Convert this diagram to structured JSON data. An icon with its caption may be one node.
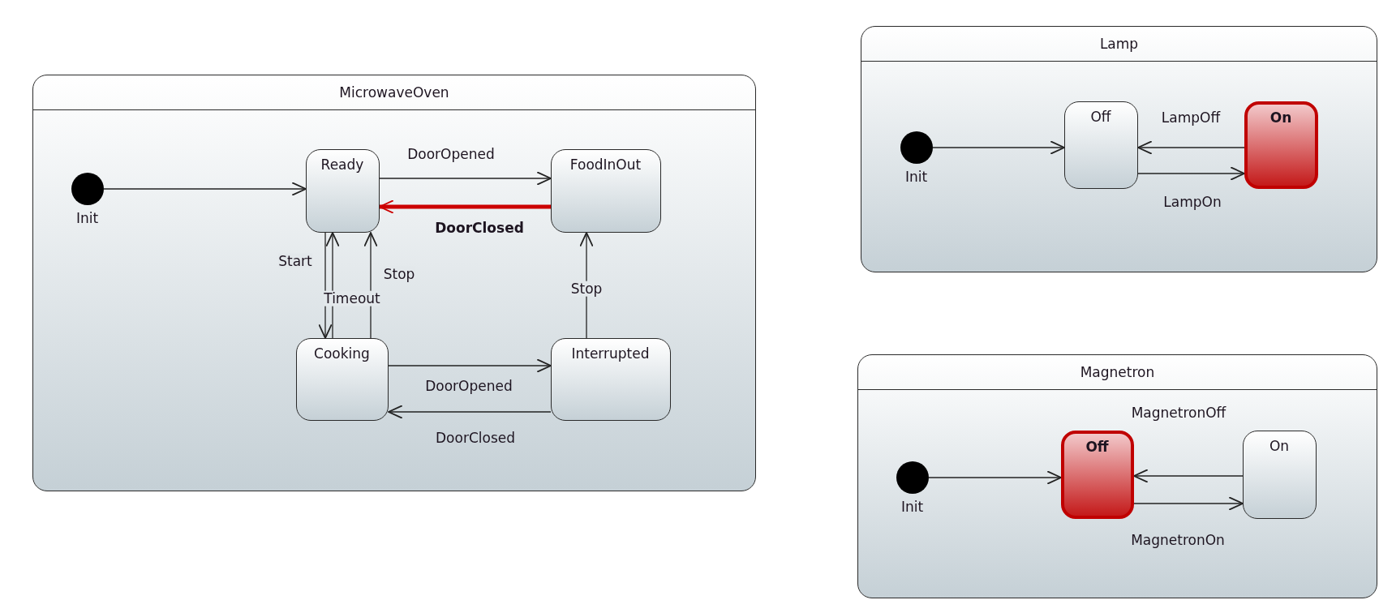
{
  "diagram": {
    "nodes": [
      {
        "text": [
          "MicrowaveOven"
        ]
      },
      {
        "text": [],
        "shape": "circle",
        "in": 0,
        "beside": [
          "Init"
        ]
      },
      {
        "text": [
          "Ready"
        ],
        "in": 0
      },
      {
        "text": [
          "FoodInOut"
        ],
        "in": 0
      },
      {
        "text": [
          "Cooking"
        ],
        "in": 0
      },
      {
        "text": [
          "Interrupted"
        ],
        "in": 0
      },
      {
        "text": [
          "Lamp"
        ]
      },
      {
        "text": [],
        "shape": "circle",
        "in": 6,
        "beside": [
          "Init"
        ]
      },
      {
        "text": [
          "Off"
        ],
        "in": 6
      },
      {
        "text": [
          "On"
        ],
        "in": 6
      },
      {
        "text": [
          "Magnetron"
        ]
      },
      {
        "text": [],
        "shape": "circle",
        "in": 10,
        "beside": [
          "Init"
        ]
      },
      {
        "text": [
          "Off"
        ],
        "in": 10
      },
      {
        "text": [
          "On"
        ],
        "in": 10
      }
    ],
    "edges": [
      {
        "from": 1,
        "to": 2,
        "arrow": "to"
      },
      {
        "from": 2,
        "to": 3,
        "arrow": "to",
        "label": "DoorOpened"
      },
      {
        "from": 3,
        "to": 2,
        "arrow": "to",
        "label": "DoorClosed",
        "style": "thick",
        "color": "#cc0000"
      },
      {
        "from": 2,
        "to": 4,
        "arrow": "to",
        "label": "Start"
      },
      {
        "from": 4,
        "to": 2,
        "arrow": "to",
        "label": "Timeout"
      },
      {
        "from": 4,
        "to": 2,
        "arrow": "to",
        "label": "Stop"
      },
      {
        "from": 4,
        "to": 5,
        "arrow": "to",
        "label": "DoorOpened"
      },
      {
        "from": 5,
        "to": 4,
        "arrow": "to",
        "label": "DoorClosed"
      },
      {
        "from": 5,
        "to": 3,
        "arrow": "to",
        "label": "Stop"
      },
      {
        "from": 7,
        "to": 8,
        "arrow": "to"
      },
      {
        "from": 9,
        "to": 8,
        "arrow": "to",
        "label": "LampOff"
      },
      {
        "from": 8,
        "to": 9,
        "arrow": "to",
        "label": "LampOn"
      },
      {
        "from": 11,
        "to": 12,
        "arrow": "to"
      },
      {
        "from": 13,
        "to": 12,
        "arrow": "to",
        "label": "MagnetronOff"
      },
      {
        "from": 12,
        "to": 13,
        "arrow": "to",
        "label": "MagnetronOn"
      }
    ]
  }
}
